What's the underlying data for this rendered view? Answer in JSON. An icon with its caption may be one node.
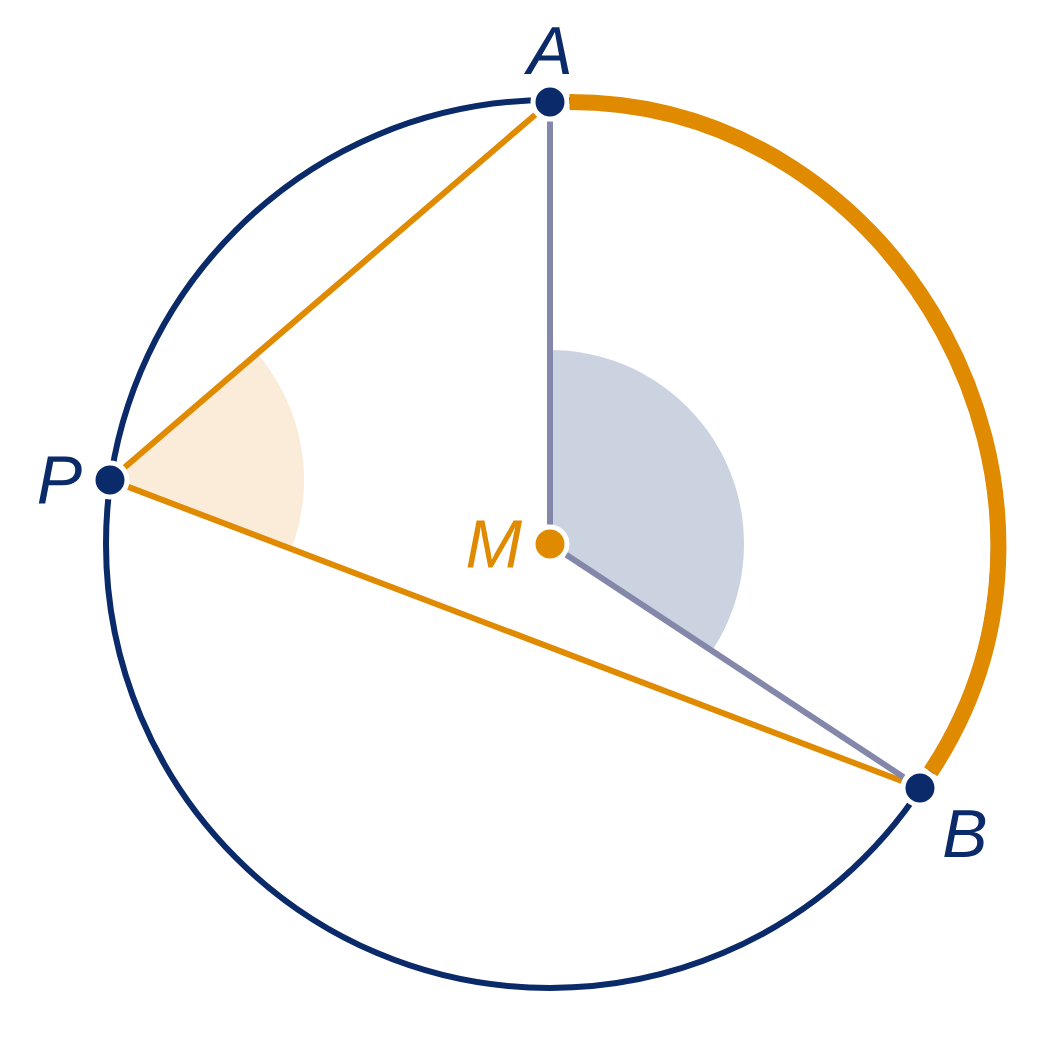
{
  "diagram": {
    "nodes": [
      {
        "text": [
          "A"
        ]
      },
      {
        "text": [
          "P"
        ]
      },
      {
        "text": [
          "M"
        ]
      },
      {
        "text": [
          "B"
        ]
      }
    ],
    "edges": [
      {
        "from": 0,
        "to": 1,
        "arrow": "none",
        "color": "#e08a00"
      },
      {
        "from": 1,
        "to": 3,
        "arrow": "none",
        "color": "#e08a00"
      },
      {
        "from": 0,
        "to": 2,
        "arrow": "none",
        "color": "#8388ab"
      },
      {
        "from": 2,
        "to": 3,
        "arrow": "none",
        "color": "#8388ab"
      },
      {
        "from": 0,
        "to": 3,
        "arrow": "none",
        "style": "thick",
        "color": "#e08a00"
      }
    ]
  }
}
